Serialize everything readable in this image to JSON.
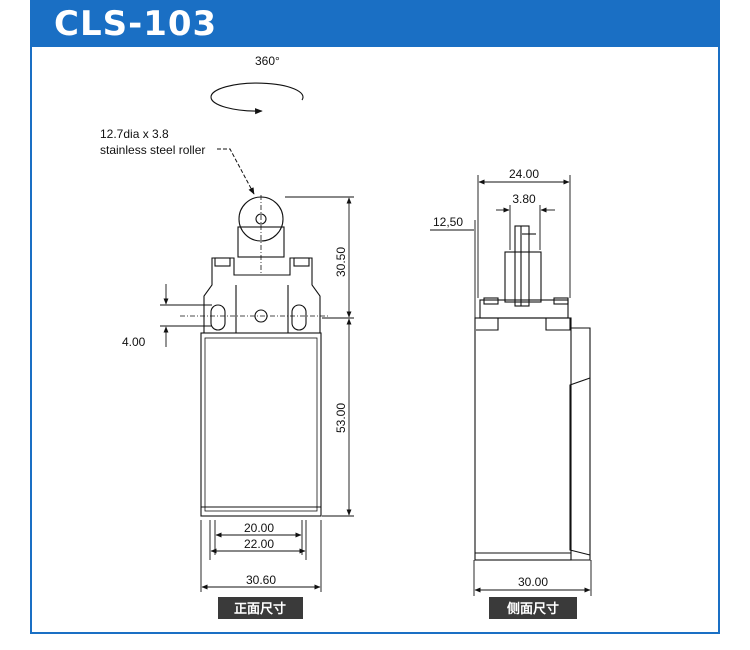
{
  "title": "CLS-103",
  "rotation_label": "360°",
  "roller_note": [
    "12.7dia x 3.8",
    "stainless steel roller"
  ],
  "front_view": {
    "label": "正面尺寸",
    "dims": {
      "height_top": "30.50",
      "height_body": "53.00",
      "slot": "4.00",
      "inner_width_1": "20.00",
      "inner_width_2": "22.00",
      "overall_width": "30.60"
    }
  },
  "side_view": {
    "label": "侧面尺寸",
    "dims": {
      "top_width": "24.00",
      "roller_width": "3.80",
      "offset": "12,50",
      "overall_width": "30.00"
    }
  },
  "colors": {
    "brand": "#1a6fc4",
    "label_bg": "#3a3a3a"
  }
}
